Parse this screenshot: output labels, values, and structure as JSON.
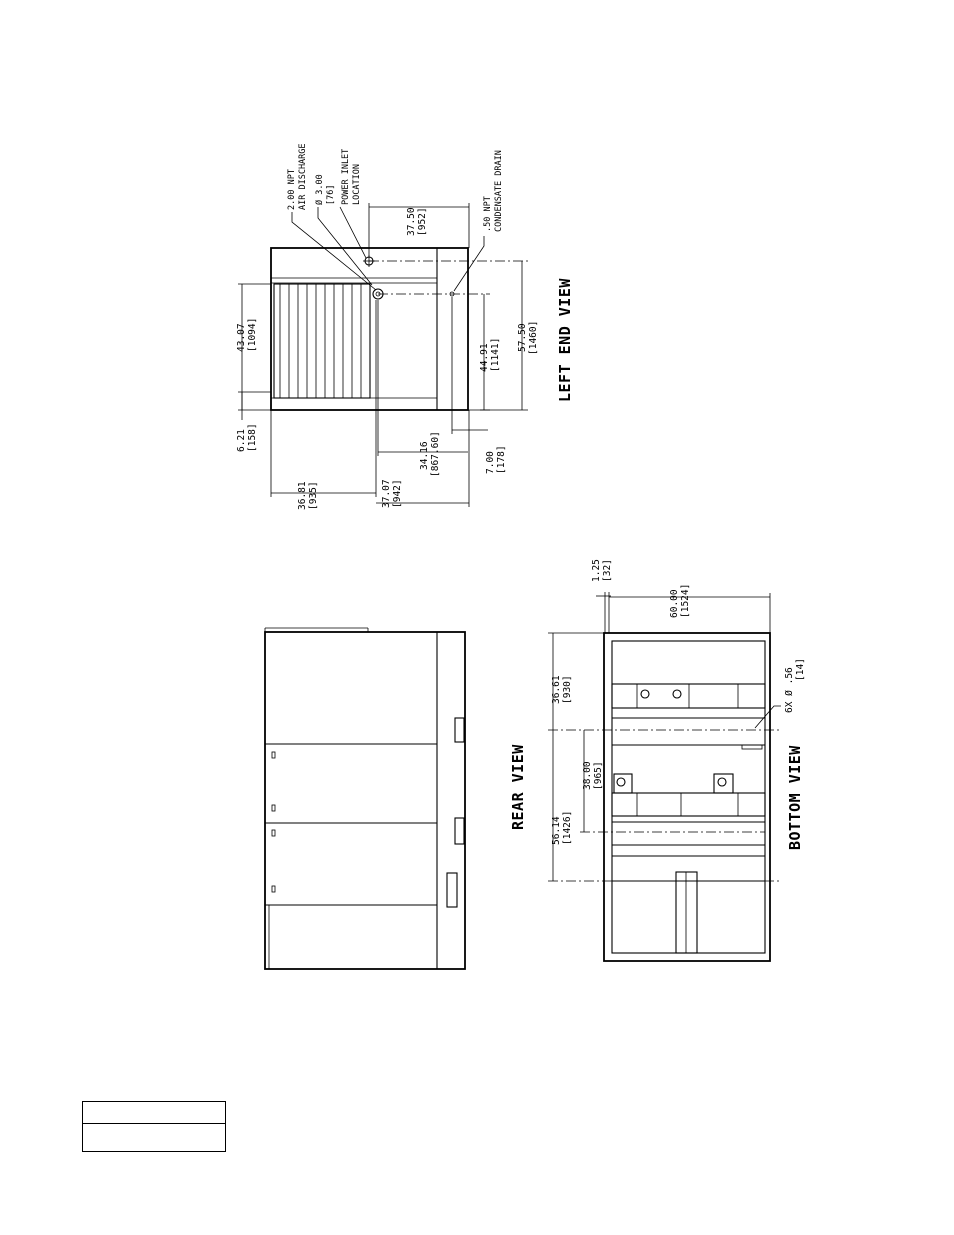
{
  "left_end_view": {
    "title": "LEFT END VIEW",
    "callouts": {
      "air_discharge": [
        "2.00 NPT",
        "AIR DISCHARGE"
      ],
      "power_inlet": [
        "Ø 3.00",
        "[76]",
        "POWER INLET",
        "LOCATION"
      ],
      "condensate_drain": [
        ".50 NPT",
        "CONDENSATE DRAIN"
      ]
    },
    "dims": {
      "d1": [
        "37.50",
        "[952]"
      ],
      "d2": [
        "43.07",
        "[1094]"
      ],
      "d3": [
        "6.21",
        "[158]"
      ],
      "d4": [
        "36.81",
        "[935]"
      ],
      "d5": [
        "37.07",
        "[942]"
      ],
      "d6": [
        "34.16",
        "[867.60]"
      ],
      "d7": [
        "7.00",
        "[178]"
      ],
      "d8": [
        "44.91",
        "[1141]"
      ],
      "d9": [
        "57.50",
        "[1460]"
      ]
    }
  },
  "rear_view": {
    "title": "REAR VIEW"
  },
  "bottom_view": {
    "title": "BOTTOM VIEW",
    "holes": [
      "6X Ø .56",
      "[14]"
    ],
    "dims": {
      "b1": [
        "1.25",
        "[32]"
      ],
      "b2": [
        "60.00",
        "[1524]"
      ],
      "b3": [
        "36.61",
        "[930]"
      ],
      "b4": [
        "38.00",
        "[965]"
      ],
      "b5": [
        "56.14",
        "[1426]"
      ]
    }
  }
}
